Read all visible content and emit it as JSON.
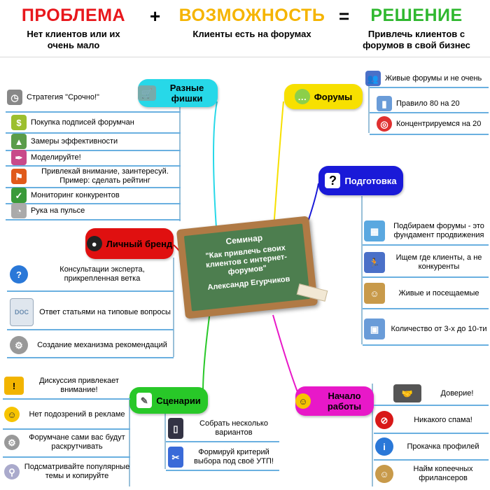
{
  "header": {
    "problem_title": "ПРОБЛЕМА",
    "problem_text": "Нет клиентов или их очень мало",
    "plus": "+",
    "opportunity_title": "ВОЗМОЖНОСТЬ",
    "opportunity_text": "Клиенты есть на форумах",
    "equals": "=",
    "solution_title": "РЕШЕНИЕ",
    "solution_text": "Привлечь клиентов с форумов в свой бизнес",
    "colors": {
      "problem": "#e8171c",
      "opportunity": "#f5b400",
      "solution": "#2fb82f"
    }
  },
  "center": {
    "line1": "Семинар",
    "line2": "\"Как привлечь своих клиентов с интернет-форумов\"",
    "line3": "Александр Егурчиков"
  },
  "nodes": {
    "fishki": {
      "label": "Разные фишки",
      "color": "#27d8e8",
      "icon": "shopping-cart-icon"
    },
    "forumy": {
      "label": "Форумы",
      "color": "#f7e000",
      "icon": "chat-bubbles-icon"
    },
    "podgotovka": {
      "label": "Подготовка",
      "color": "#1a1ad8",
      "icon": "question-mark-icon"
    },
    "brend": {
      "label": "Личный бренд",
      "color": "#e01010",
      "icon": "spy-icon"
    },
    "scenarii": {
      "label": "Сценарии",
      "color": "#28c828",
      "icon": "pencil-icon"
    },
    "nachalo": {
      "label": "Начало работы",
      "color": "#e818c8",
      "icon": "worker-icon"
    }
  },
  "fishki_items": [
    {
      "text": "Стратегия \"Срочно!\"",
      "icon": "stopwatch-icon"
    },
    {
      "text": "Покупка подписей форумчан",
      "icon": "money-icon"
    },
    {
      "text": "Замеры эффективности",
      "icon": "chart-icon"
    },
    {
      "text": "Моделируйте!",
      "icon": "pen-icon"
    },
    {
      "text": "Привлекай внимание, заинтересуй. Пример: сделать рейтинг",
      "icon": "flag-icon"
    },
    {
      "text": "Мониторинг конкурентов",
      "icon": "checklist-icon"
    },
    {
      "text": "Рука на пульсе",
      "icon": "gauge-icon"
    }
  ],
  "forumy_items": [
    {
      "text": "Живые форумы и не очень",
      "icon": "users-icon"
    },
    {
      "text": "Правило 80 на 20",
      "icon": "bar-chart-icon"
    },
    {
      "text": "Концентрируемся на 20",
      "icon": "target-icon"
    }
  ],
  "podgotovka_items": [
    {
      "text": "Подбираем форумы - это фундамент продвижения",
      "icon": "cubes-icon"
    },
    {
      "text": "Ищем где клиенты, а не конкуренты",
      "icon": "runner-icon"
    },
    {
      "text": "Живые и посещаемые",
      "icon": "people-icon"
    },
    {
      "text": "Количество от 3-х до 10-ти",
      "icon": "package-icon"
    }
  ],
  "brend_items": [
    {
      "text": "Консультации эксперта, прикрепленная ветка",
      "icon": "help-icon"
    },
    {
      "text": "Ответ статьями на типовые вопросы",
      "icon": "doc-icon"
    },
    {
      "text": "Создание механизма рекомендаций",
      "icon": "gears-icon"
    }
  ],
  "scenarii_left_items": [
    {
      "text": "Дискуссия привлекает внимание!",
      "icon": "warning-icon"
    },
    {
      "text": "Нет подозрений в рекламе",
      "icon": "smiley-icon"
    },
    {
      "text": "Форумчане сами вас будут раскрутчивать",
      "icon": "gears-icon"
    },
    {
      "text": "Подсматривайте популярные темы и копируйте",
      "icon": "magnifier-icon"
    }
  ],
  "scenarii_right_items": [
    {
      "text": "Собрать несколько вариантов",
      "icon": "phone-icon"
    },
    {
      "text": "Формируй критерий выбора под своё УТП!",
      "icon": "tools-icon"
    }
  ],
  "nachalo_items": [
    {
      "text": "Доверие!",
      "icon": "handshake-icon"
    },
    {
      "text": "Никакого спама!",
      "icon": "no-icon"
    },
    {
      "text": "Прокачка профилей",
      "icon": "info-icon"
    },
    {
      "text": "Найм копеечных фрилансеров",
      "icon": "people-icon"
    }
  ]
}
